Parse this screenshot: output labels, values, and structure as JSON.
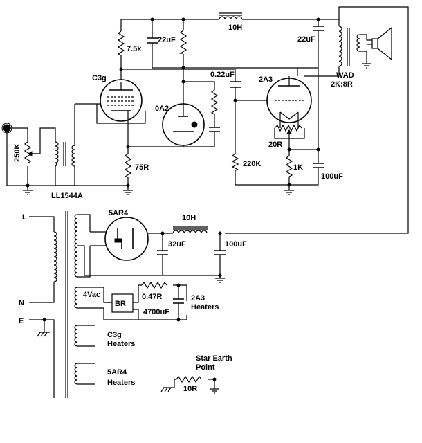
{
  "labels": {
    "r_7k5": "7.5k",
    "c_22uf_a": "22uF",
    "choke_10h_top": "10H",
    "c_22uf_b": "22uF",
    "c3g": "C3g",
    "c_022uf": "0.22uF",
    "a2a3": "2A3",
    "wad": "WAD",
    "wad_ratio": "2K:8R",
    "oa2": "0A2",
    "r_250k": "250K",
    "r_20r": "20R",
    "r_75r": "75R",
    "r_220k": "220K",
    "r_1k": "1K",
    "c_100uf_a": "100uF",
    "ll1544a": "LL1544A",
    "l": "L",
    "n": "N",
    "e": "E",
    "ar4_5": "5AR4",
    "choke_10h_bottom": "10H",
    "c_32uf": "32uF",
    "c_100uf_b": "100uF",
    "vac4": "4Vac",
    "br": "BR",
    "r_047r": "0.47R",
    "c_4700uf": "4700uF",
    "h_2a3_a": "2A3",
    "h_2a3_b": "Heaters",
    "h_c3g_a": "C3g",
    "h_c3g_b": "Heaters",
    "h_5ar4_a": "5AR4",
    "h_5ar4_b": "Heaters",
    "star_a": "Star Earth",
    "star_b": "Point",
    "r_10r": "10R"
  }
}
